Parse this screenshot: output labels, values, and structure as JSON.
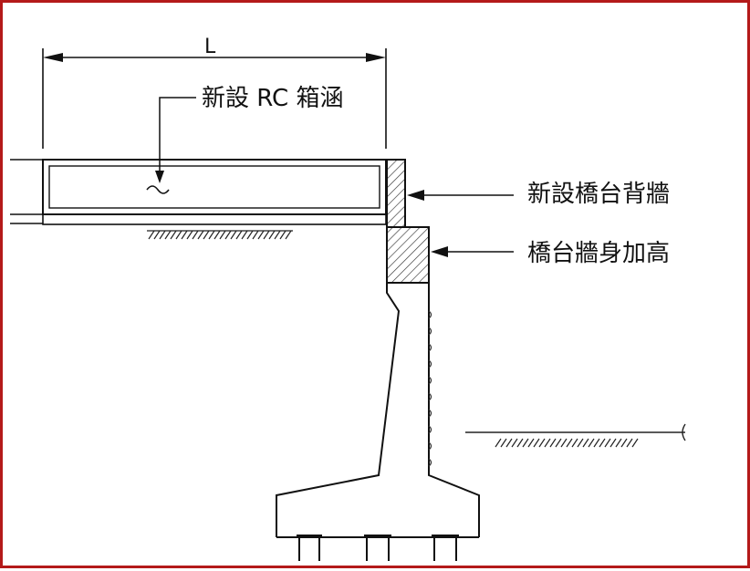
{
  "diagram": {
    "dimension_label": "L",
    "labels": {
      "rc_box_culvert": "新設 RC 箱涵",
      "abutment_backwall": "新設橋台背牆",
      "abutment_raise": "橋台牆身加高"
    },
    "colors": {
      "frame": "#b41a1a",
      "line": "#111111",
      "hatch": "#333333"
    }
  }
}
